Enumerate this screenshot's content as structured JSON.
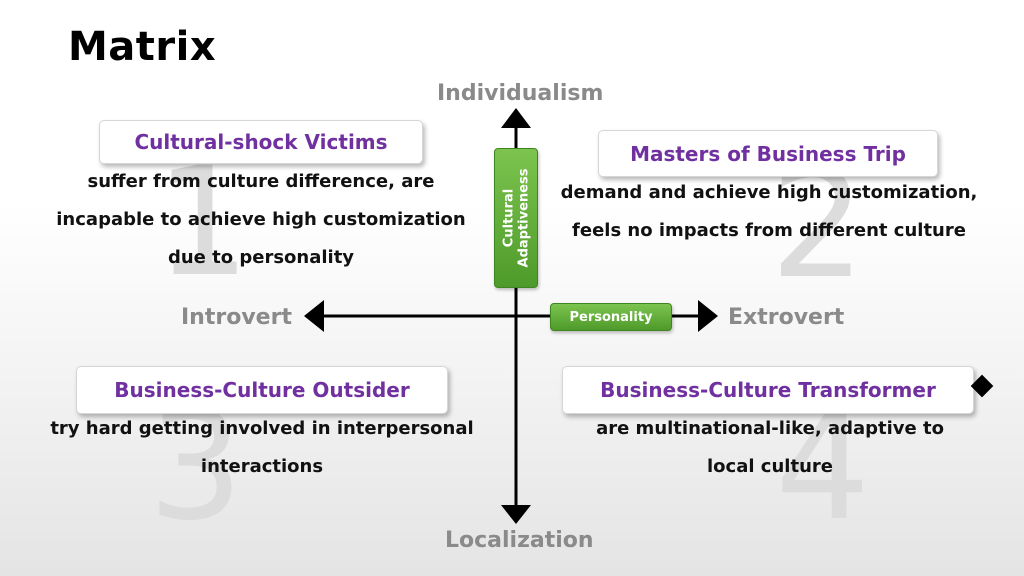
{
  "title": "Matrix",
  "axes": {
    "top": "Individualism",
    "bottom": "Localization",
    "left": "Introvert",
    "right": "Extrovert",
    "vertical_tag": [
      "Cultural",
      "Adaptiveness"
    ],
    "horizontal_tag": "Personality"
  },
  "quadrants": [
    {
      "number": "1",
      "title": "Cultural-shock Victims",
      "lines": [
        "suffer from culture difference, are",
        "incapable to achieve high customization",
        "due to personality"
      ]
    },
    {
      "number": "2",
      "title": "Masters of Business Trip",
      "lines": [
        "demand and achieve high customization,",
        "feels no impacts from different culture"
      ]
    },
    {
      "number": "3",
      "title": "Business-Culture Outsider",
      "lines": [
        "try hard getting involved in interpersonal",
        "interactions"
      ]
    },
    {
      "number": "4",
      "title": "Business-Culture Transformer",
      "lines": [
        "are multinational-like, adaptive to",
        "local culture"
      ]
    }
  ],
  "colors": {
    "accent_purple": "#7130a0",
    "tag_green": "#5aa832",
    "axis_label_gray": "#8a8a8a"
  }
}
